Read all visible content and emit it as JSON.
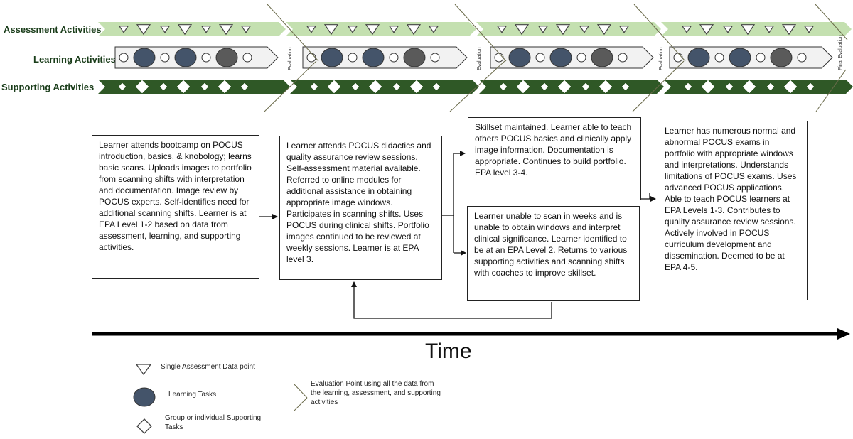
{
  "rows": {
    "assessment": "Assessment Activities",
    "learning": "Learning Activities",
    "supporting": "Supporting Activities"
  },
  "evaluation_labels": [
    "Evaluation",
    "Evaluation",
    "Evaluation",
    "Final Evaluation"
  ],
  "stages": [
    {
      "text": "Learner attends bootcamp on POCUS introduction, basics, & knobology; learns basic scans. Uploads images to portfolio from scanning shifts with interpretation and documentation. Image review by POCUS experts. Self-identifies need for additional scanning shifts. Learner is at EPA Level 1-2 based on data from assessment, learning, and supporting activities."
    },
    {
      "text": "Learner attends POCUS didactics and quality assurance review sessions. Self-assessment material available. Referred to online modules for additional assistance in obtaining appropriate image windows. Participates in scanning shifts. Uses POCUS during clinical shifts.  Portfolio images continued to be reviewed at weekly sessions. Learner is at EPA level 3."
    },
    {
      "text": "Skillset maintained. Learner able to teach others POCUS basics and clinically apply image information. Documentation is appropriate. Continues to build portfolio. EPA level 3-4."
    },
    {
      "text": "Learner unable to scan in weeks and is unable to obtain windows and interpret clinical significance. Learner identified to be at an EPA Level 2. Returns to various supporting activities and scanning shifts with coaches to improve skillset."
    },
    {
      "text": "Learner has numerous normal and abnormal POCUS exams in portfolio with appropriate windows and interpretations. Understands limitations of POCUS exams. Uses advanced POCUS applications. Able to teach POCUS learners at EPA Levels 1-3. Contributes to quality assurance review sessions. Actively involved in POCUS curriculum development and dissemination.  Deemed to be at EPA 4-5."
    }
  ],
  "time_label": "Time",
  "legend": {
    "assessment": "Single Assessment Data point",
    "learning": "Learning Tasks",
    "supporting": "Group or individual Supporting Tasks",
    "evaluation": "Evaluation Point using all the data from the learning, assessment, and supporting activities"
  },
  "colors": {
    "assessment_band": "#c4e0b0",
    "supporting_band": "#2f5826",
    "learning_large_circle": "#44546a",
    "learning_final_circle": "#5a5a5a",
    "arrow_fill": "#f2f2f2",
    "outline": "#333333"
  },
  "icons": {
    "assessment": "triangle-down-icon",
    "learning": "circle-icon",
    "supporting": "diamond-icon",
    "evaluation": "slash-line-icon"
  }
}
